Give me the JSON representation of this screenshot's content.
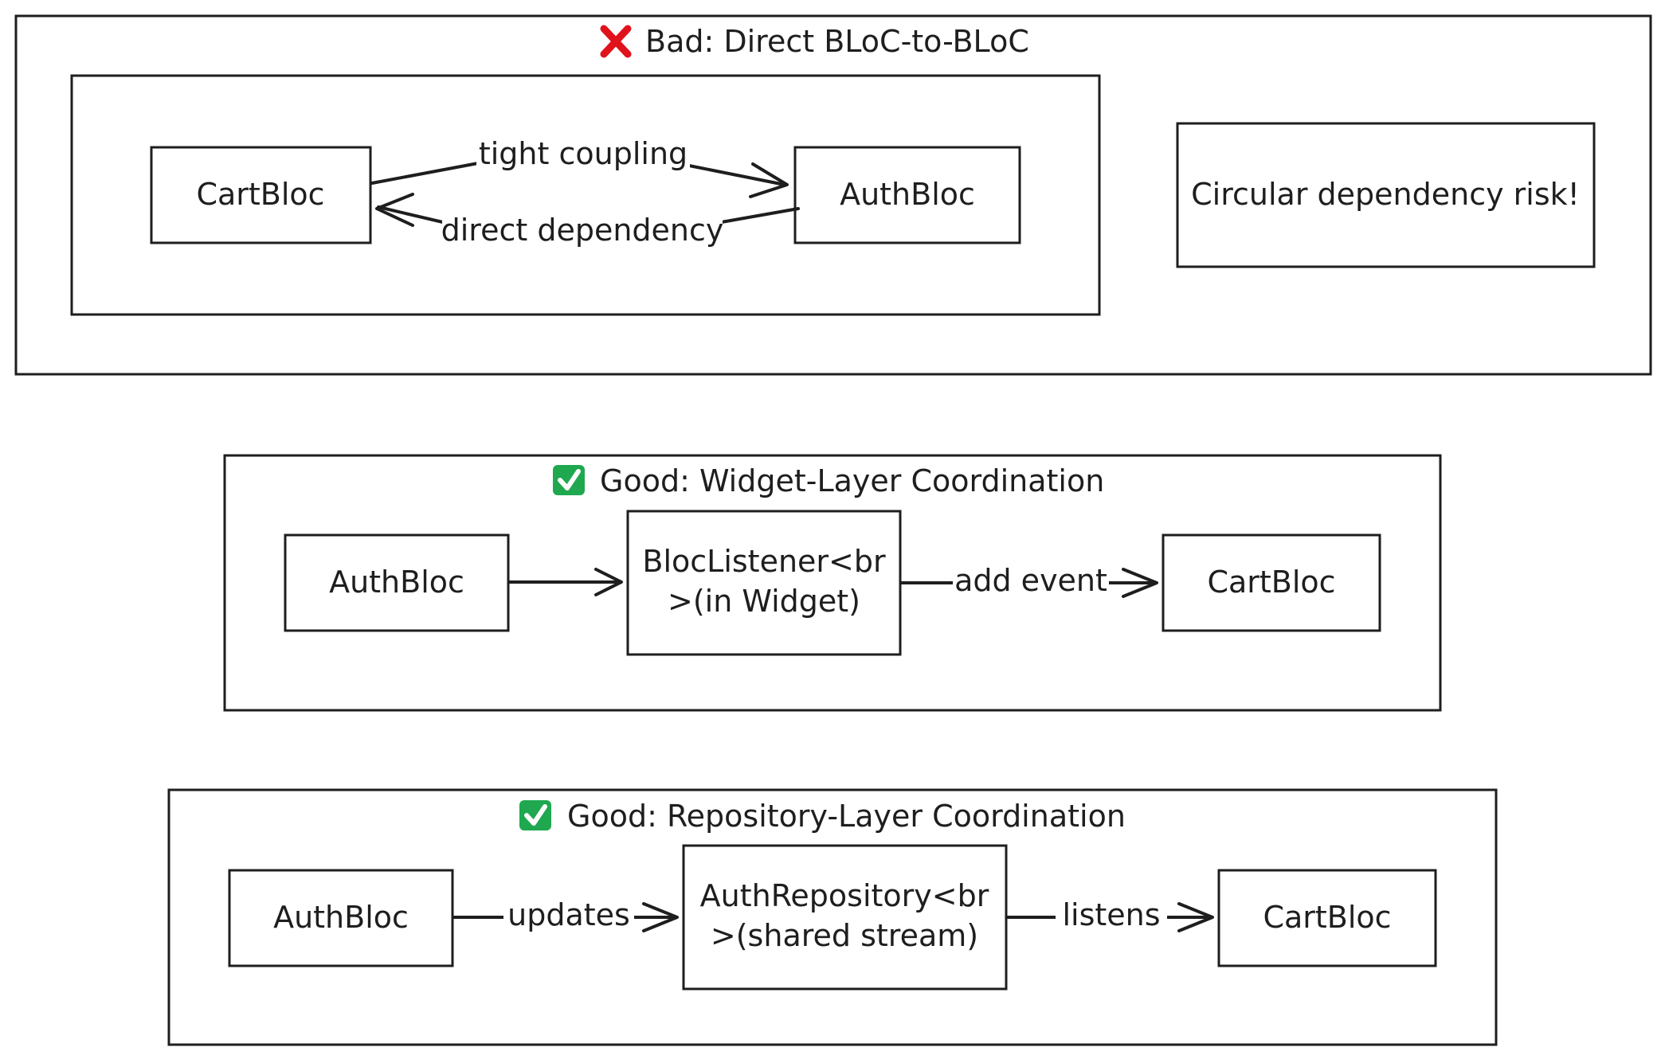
{
  "sections": {
    "bad": {
      "icon": "cross-mark-icon",
      "icon_color": "#e0121b",
      "title": "Bad: Direct BLoC-to-BLoC",
      "nodes": {
        "cart": "CartBloc",
        "auth": "AuthBloc",
        "risk": "Circular dependency risk!"
      },
      "edges": {
        "tight": "tight coupling",
        "direct": "direct dependency"
      }
    },
    "widget": {
      "icon": "check-mark-icon",
      "icon_color": "#1fa84f",
      "title": "Good: Widget-Layer Coordination",
      "nodes": {
        "auth": "AuthBloc",
        "listener_line1": "BlocListener<br",
        "listener_line2": ">(in Widget)",
        "cart": "CartBloc"
      },
      "edges": {
        "add_event": "add event"
      }
    },
    "repository": {
      "icon": "check-mark-icon",
      "icon_color": "#1fa84f",
      "title": "Good: Repository-Layer Coordination",
      "nodes": {
        "auth": "AuthBloc",
        "repo_line1": "AuthRepository<br",
        "repo_line2": ">(shared stream)",
        "cart": "CartBloc"
      },
      "edges": {
        "updates": "updates",
        "listens": "listens"
      }
    }
  }
}
